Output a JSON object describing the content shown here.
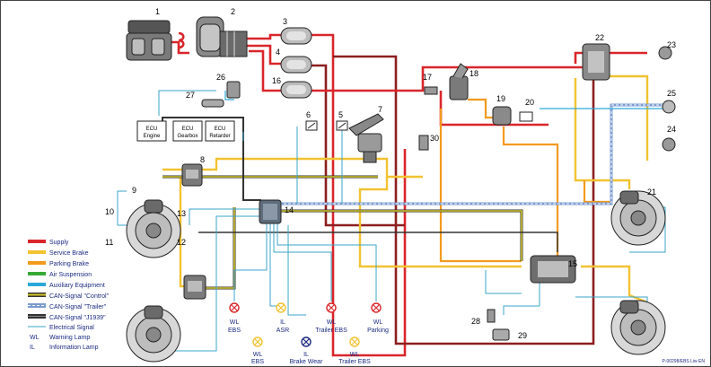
{
  "colors": {
    "supply": "#d9262b",
    "service": "#f2c230",
    "parking": "#f39a1e",
    "air_suspension": "#38a835",
    "auxiliary": "#2aa9d9",
    "can_control": "#d4c72a",
    "can_trailer": "#7a9bd0",
    "can_j1939": "#333333",
    "electrical": "#3aa6c9",
    "dark_red": "#8c1f1f"
  },
  "component_numbers": [
    "1",
    "2",
    "3",
    "4",
    "5",
    "6",
    "7",
    "8",
    "9",
    "10",
    "11",
    "12",
    "13",
    "14",
    "15",
    "16",
    "17",
    "18",
    "19",
    "20",
    "21",
    "22",
    "23",
    "24",
    "25",
    "26",
    "27",
    "28",
    "29",
    "30"
  ],
  "ecu_boxes": [
    {
      "line1": "ECU",
      "line2": "Engine"
    },
    {
      "line1": "ECU",
      "line2": "Gearbox"
    },
    {
      "line1": "ECU",
      "line2": "Retarder"
    }
  ],
  "legend": [
    {
      "label": "Supply",
      "color": "#d9262b",
      "style": "thick"
    },
    {
      "label": "Service Brake",
      "color": "#f2c230",
      "style": "thick"
    },
    {
      "label": "Parking Brake",
      "color": "#f39a1e",
      "style": "thick"
    },
    {
      "label": "Air Suspension",
      "color": "#38a835",
      "style": "thick"
    },
    {
      "label": "Auxiliary Equipment",
      "color": "#2aa9d9",
      "style": "thick"
    },
    {
      "label": "CAN-Signal \"Control\"",
      "color": "#d4c72a",
      "style": "can"
    },
    {
      "label": "CAN-Signal \"Trailer\"",
      "color": "#7a9bd0",
      "style": "can"
    },
    {
      "label": "CAN-Signal \"J1939\"",
      "color": "#333333",
      "style": "can"
    },
    {
      "label": "Electrical Signal",
      "color": "#3aa6c9",
      "style": "thin"
    },
    {
      "label": "Warning Lamp",
      "abbr": "WL",
      "style": "abbr"
    },
    {
      "label": "Information Lamp",
      "abbr": "IL",
      "style": "abbr"
    }
  ],
  "lamps": [
    {
      "abbr": "WL",
      "text": "EBS",
      "kind": "warning",
      "color": "#d9262b"
    },
    {
      "abbr": "IL",
      "text": "ASR",
      "kind": "info",
      "color": "#f2c230"
    },
    {
      "abbr": "WL",
      "text": "Trailer EBS",
      "kind": "warning",
      "color": "#d9262b"
    },
    {
      "abbr": "WL",
      "text": "Parking",
      "kind": "warning",
      "color": "#d9262b"
    },
    {
      "abbr": "WL",
      "text": "EBS",
      "kind": "warning",
      "color": "#f2c230"
    },
    {
      "abbr": "IL",
      "text": "Brake Wear",
      "kind": "info",
      "color": "#1a2a80"
    },
    {
      "abbr": "WL",
      "text": "Trailer EBS",
      "kind": "warning",
      "color": "#f2c230"
    }
  ],
  "drawing_code": "P-00298/EBS Liw EN"
}
